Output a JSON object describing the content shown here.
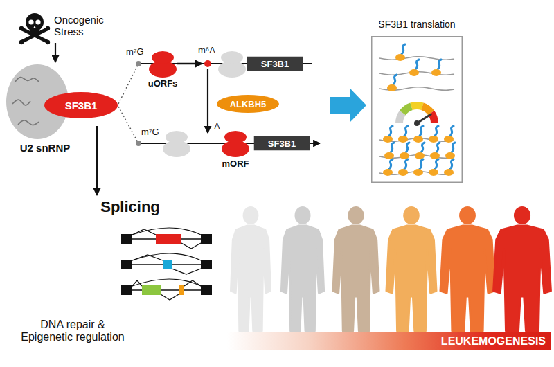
{
  "diagram": {
    "nodes": [
      {
        "text": [
          "U2 snRNP"
        ]
      },
      {
        "text": [
          "SF3B1"
        ],
        "in": 0
      },
      {
        "text": [
          "SF3B1"
        ]
      },
      {
        "text": [
          "ALKBH5"
        ]
      },
      {
        "text": [
          "SF3B1"
        ]
      },
      {
        "text": [
          "SF3B1 translation"
        ]
      },
      {
        "text": [
          "LEUKEMOGENESIS"
        ]
      }
    ],
    "labels": [
      "Oncogenic Stress",
      "m⁷G",
      "uORFs",
      "m⁶A",
      "m⁷G",
      "A",
      "mORF",
      "Splicing",
      "DNA repair & Epigenetic regulation"
    ]
  }
}
